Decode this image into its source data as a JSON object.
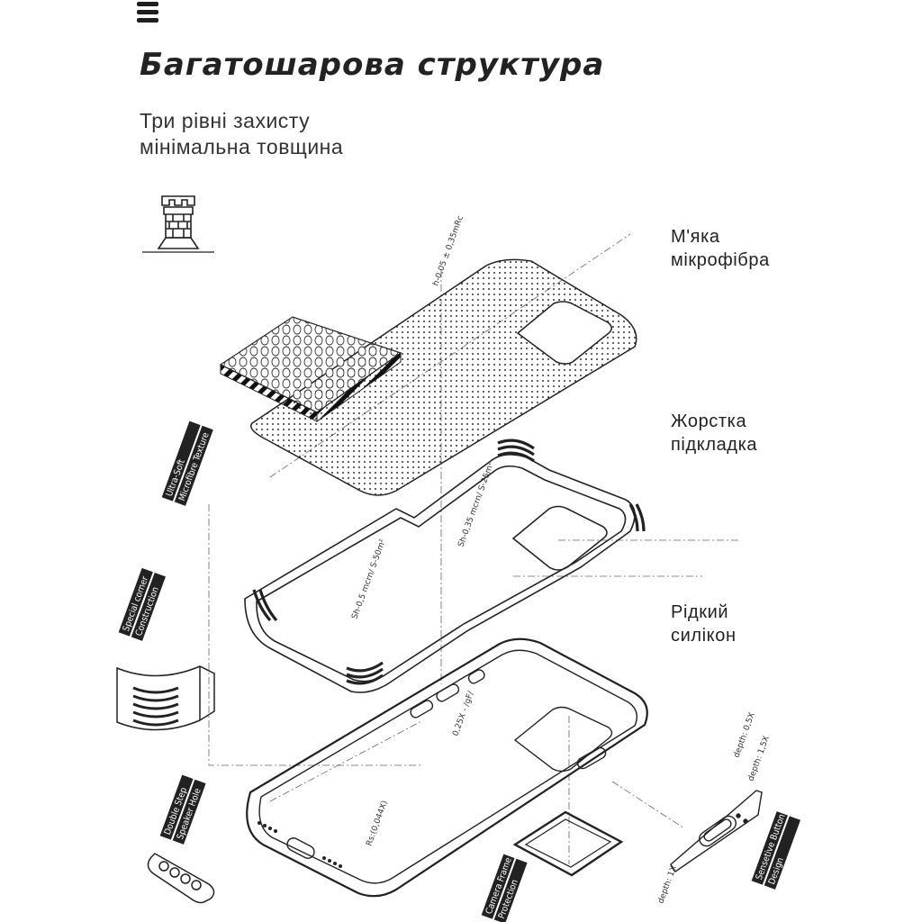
{
  "title": "Багатошарова структура",
  "subtitle": [
    "Три рівні захисту",
    "мінімальна товщина"
  ],
  "layers": [
    {
      "lines": [
        "М'яка",
        "мікрофібра"
      ]
    },
    {
      "lines": [
        "Жорстка",
        "підкладка"
      ]
    },
    {
      "lines": [
        "Рідкий",
        "силікон"
      ]
    }
  ],
  "tags": {
    "microfibre": [
      "Ultra-Soft",
      "Microfibre Texture"
    ],
    "corner": [
      "Special corner",
      "Construction"
    ],
    "speaker": [
      "Double Step",
      "Speaker Hole"
    ],
    "camera": [
      "Camera Frame",
      "Protection"
    ],
    "button": [
      "Sensetive Button",
      "Design"
    ]
  },
  "dimensions": {
    "microfibre": "h-0,05 ± 0,35mRc",
    "shell_top": "Sh-0,35 mcrn/ S-25m²",
    "shell_mid": "Sh-0,5 mcrn/ S-50m²",
    "silicone": "0,25X - /gF/",
    "base": "Rs:(0,044X)",
    "depth_a": "depth: 0,5X",
    "depth_b": "depth: 1,5X",
    "depth_c": "depth: 1X"
  },
  "icons": {
    "menu": "hamburger-menu-icon",
    "tower": "castle-tower-icon"
  }
}
